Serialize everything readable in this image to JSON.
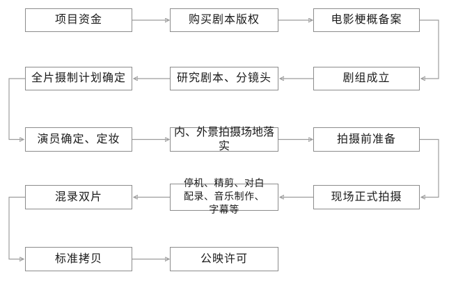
{
  "flowchart": {
    "description": "film production process flowchart",
    "colors": {
      "background": "#ffffff",
      "box_border": "#8b8b8b",
      "box_fill": "#ffffff",
      "line": "#9c9c9c",
      "text": "#1a1a1a"
    },
    "nodes": [
      {
        "id": "n1",
        "label": "项目资金"
      },
      {
        "id": "n2",
        "label": "购买剧本版权"
      },
      {
        "id": "n3",
        "label": "电影梗概备案"
      },
      {
        "id": "n4",
        "label": "全片摄制计划确定"
      },
      {
        "id": "n5",
        "label": "研究剧本、分镜头"
      },
      {
        "id": "n6",
        "label": "剧组成立"
      },
      {
        "id": "n7",
        "label": "演员确定、定妆"
      },
      {
        "id": "n8",
        "label": "内、外景拍摄场地落实"
      },
      {
        "id": "n9",
        "label": "拍摄前准备"
      },
      {
        "id": "n10",
        "label": "混录双片"
      },
      {
        "id": "n11",
        "label": "停机、精剪、对白配录、音乐制作、字幕等"
      },
      {
        "id": "n12",
        "label": "现场正式拍摄"
      },
      {
        "id": "n13",
        "label": "标准拷贝"
      },
      {
        "id": "n14",
        "label": "公映许可"
      }
    ],
    "edges": [
      {
        "from": "n1",
        "to": "n2"
      },
      {
        "from": "n2",
        "to": "n3"
      },
      {
        "from": "n3",
        "to": "n6"
      },
      {
        "from": "n6",
        "to": "n5"
      },
      {
        "from": "n5",
        "to": "n4"
      },
      {
        "from": "n4",
        "to": "n7"
      },
      {
        "from": "n7",
        "to": "n8"
      },
      {
        "from": "n8",
        "to": "n9"
      },
      {
        "from": "n9",
        "to": "n12"
      },
      {
        "from": "n12",
        "to": "n11"
      },
      {
        "from": "n11",
        "to": "n10"
      },
      {
        "from": "n10",
        "to": "n13"
      },
      {
        "from": "n13",
        "to": "n14"
      }
    ]
  }
}
